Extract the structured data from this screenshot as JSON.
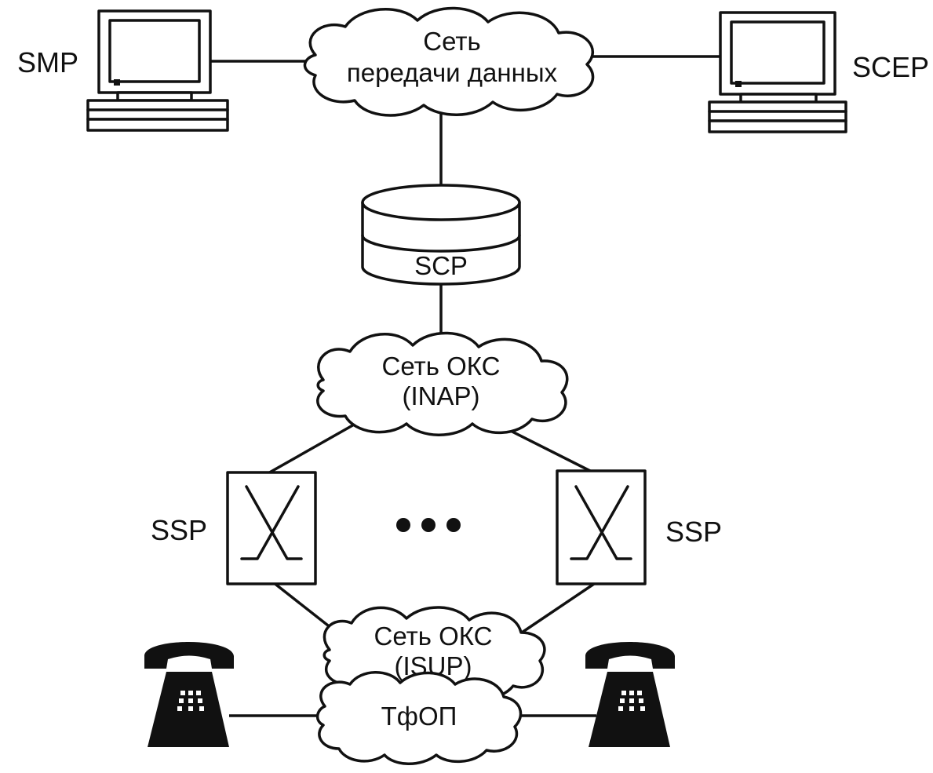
{
  "nodes": {
    "smp": {
      "label": "SMP"
    },
    "scep": {
      "label": "SCEP"
    },
    "data_network": {
      "line1": "Сеть",
      "line2": "передачи данных"
    },
    "scp": {
      "label": "SCP"
    },
    "oks_inap": {
      "line1": "Сеть ОКС",
      "line2": "(INAP)"
    },
    "ssp_left": {
      "label": "SSP"
    },
    "ssp_right": {
      "label": "SSP"
    },
    "oks_isup": {
      "line1": "Сеть ОКС",
      "line2": "(ISUP)"
    },
    "pstn": {
      "label": "ТфОП"
    }
  },
  "icons": {
    "terminal": "computer-terminal-icon",
    "database": "database-cylinder-icon",
    "switch": "switch-crossbar-icon",
    "telephone": "telephone-icon",
    "ellipsis": "ellipsis-dots-icon"
  },
  "colors": {
    "ink": "#111111",
    "background": "#ffffff"
  }
}
